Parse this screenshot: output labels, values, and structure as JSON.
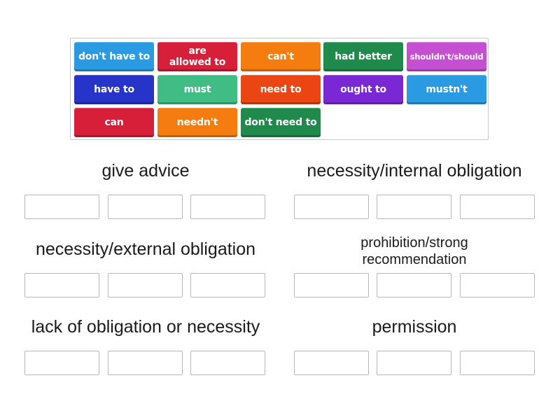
{
  "tiles": [
    {
      "label": "don't have to",
      "color": "#2a9be3"
    },
    {
      "label": "are allowed to",
      "color": "#d81f3a"
    },
    {
      "label": "can't",
      "color": "#f57c0f"
    },
    {
      "label": "had better",
      "color": "#1f8a4c"
    },
    {
      "label": "shouldn't/should",
      "color": "#c44fd0"
    },
    {
      "label": "have to",
      "color": "#2734c9"
    },
    {
      "label": "must",
      "color": "#3fbd84"
    },
    {
      "label": "need to",
      "color": "#ea4512"
    },
    {
      "label": "ought to",
      "color": "#7a28d6"
    },
    {
      "label": "mustn't",
      "color": "#2a9be3"
    },
    {
      "label": "can",
      "color": "#d81f3a"
    },
    {
      "label": "needn't",
      "color": "#f57c0f"
    },
    {
      "label": "don't need to",
      "color": "#1f8a4c"
    }
  ],
  "groups": [
    {
      "title": "give advice"
    },
    {
      "title": "necessity/internal obligation"
    },
    {
      "title": "necessity/external obligation"
    },
    {
      "title": "prohibition/strong recommendation"
    },
    {
      "title": "lack of obligation or necessity"
    },
    {
      "title": "permission"
    }
  ]
}
